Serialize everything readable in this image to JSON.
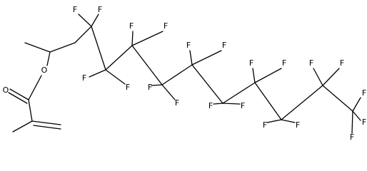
{
  "diagram": {
    "type": "skeletal-formula",
    "atom_color": "#000000",
    "background": "#ffffff",
    "labels": {
      "oxygen": "O",
      "fluorine": "F"
    },
    "counts": {
      "oxygen": 2,
      "fluorine": 21
    }
  }
}
